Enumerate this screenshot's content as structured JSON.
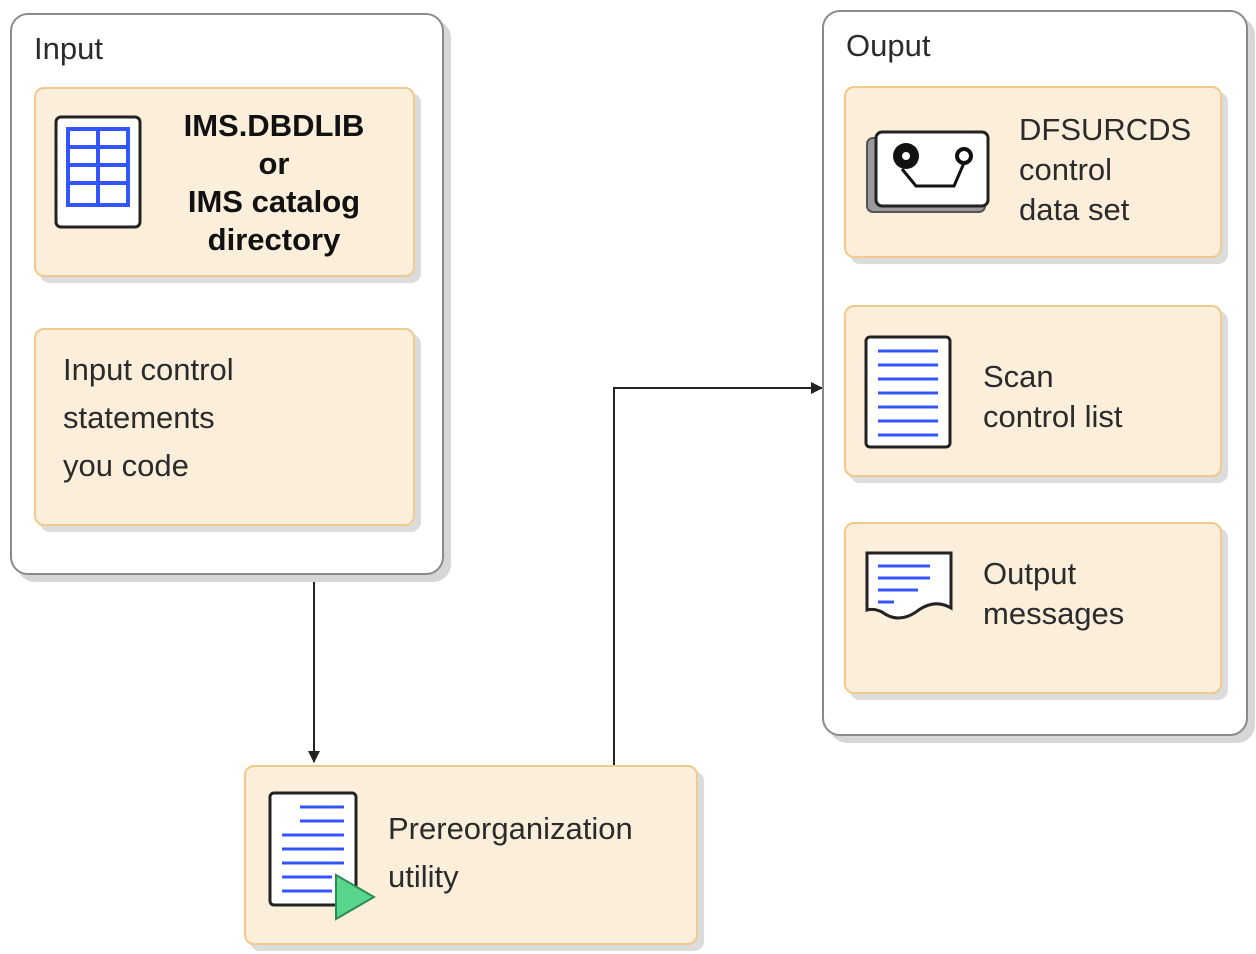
{
  "input_group": {
    "title": "Input",
    "dbdlib_box": {
      "lines": [
        "IMS.DBDLIB",
        "or",
        "IMS catalog",
        "directory"
      ],
      "icon": "database-table-icon"
    },
    "control_statements_box": {
      "lines": [
        "Input control",
        "statements",
        "you code"
      ]
    }
  },
  "output_group": {
    "title": "Ouput",
    "dfsurcds_box": {
      "lines": [
        "DFSURCDS",
        "control",
        "data set"
      ],
      "icon": "tape-reel-icon"
    },
    "scan_list_box": {
      "lines": [
        "Scan",
        "control list"
      ],
      "icon": "report-document-icon"
    },
    "messages_box": {
      "lines": [
        "Output",
        "messages"
      ],
      "icon": "message-printout-icon"
    }
  },
  "utility_box": {
    "lines": [
      "Prereorganization",
      "utility"
    ],
    "icon": "program-run-icon"
  },
  "colors": {
    "box_fill": "#fbeeda",
    "box_border": "#f0c98c",
    "group_border": "#8a8a8a",
    "icon_blue": "#3355ff",
    "play_green": "#58d68d"
  }
}
